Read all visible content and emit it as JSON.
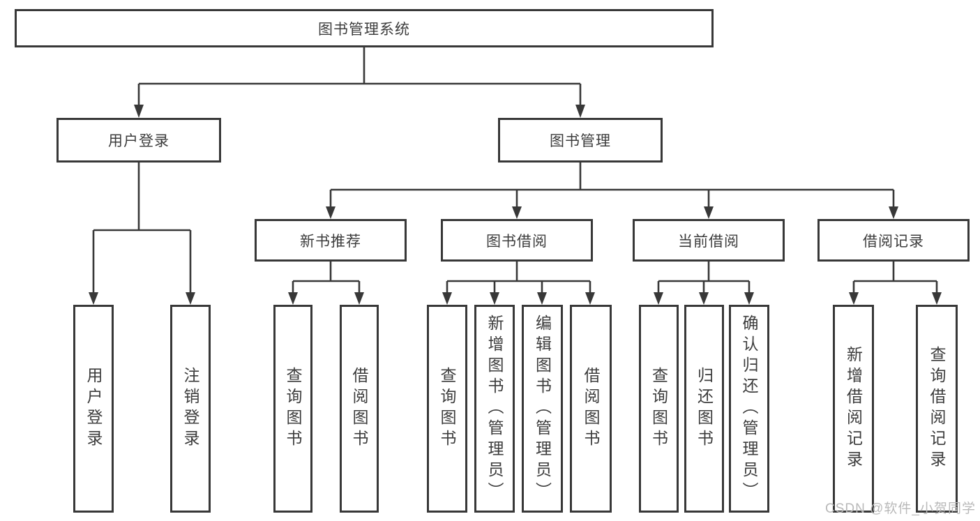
{
  "title": "图书管理系统",
  "watermark": "CSDN @软件_小贺同学",
  "colors": {
    "line": "#383838",
    "text": "#3c3c3c",
    "watermark": "#b9b9b9",
    "background": "#ffffff"
  },
  "branches": {
    "user": {
      "label": "用户登录",
      "children": [
        "用户登录",
        "注销登录"
      ]
    },
    "book": {
      "label": "图书管理",
      "children": [
        {
          "label": "新书推荐",
          "children": [
            "查询图书",
            "借阅图书"
          ]
        },
        {
          "label": "图书借阅",
          "children": [
            "查询图书",
            "新增图书（管理员）",
            "编辑图书（管理员）",
            "借阅图书"
          ]
        },
        {
          "label": "当前借阅",
          "children": [
            "查询图书",
            "归还图书",
            "确认归还（管理员）"
          ]
        },
        {
          "label": "借阅记录",
          "children": [
            "新增借阅记录",
            "查询借阅记录"
          ]
        }
      ]
    }
  }
}
